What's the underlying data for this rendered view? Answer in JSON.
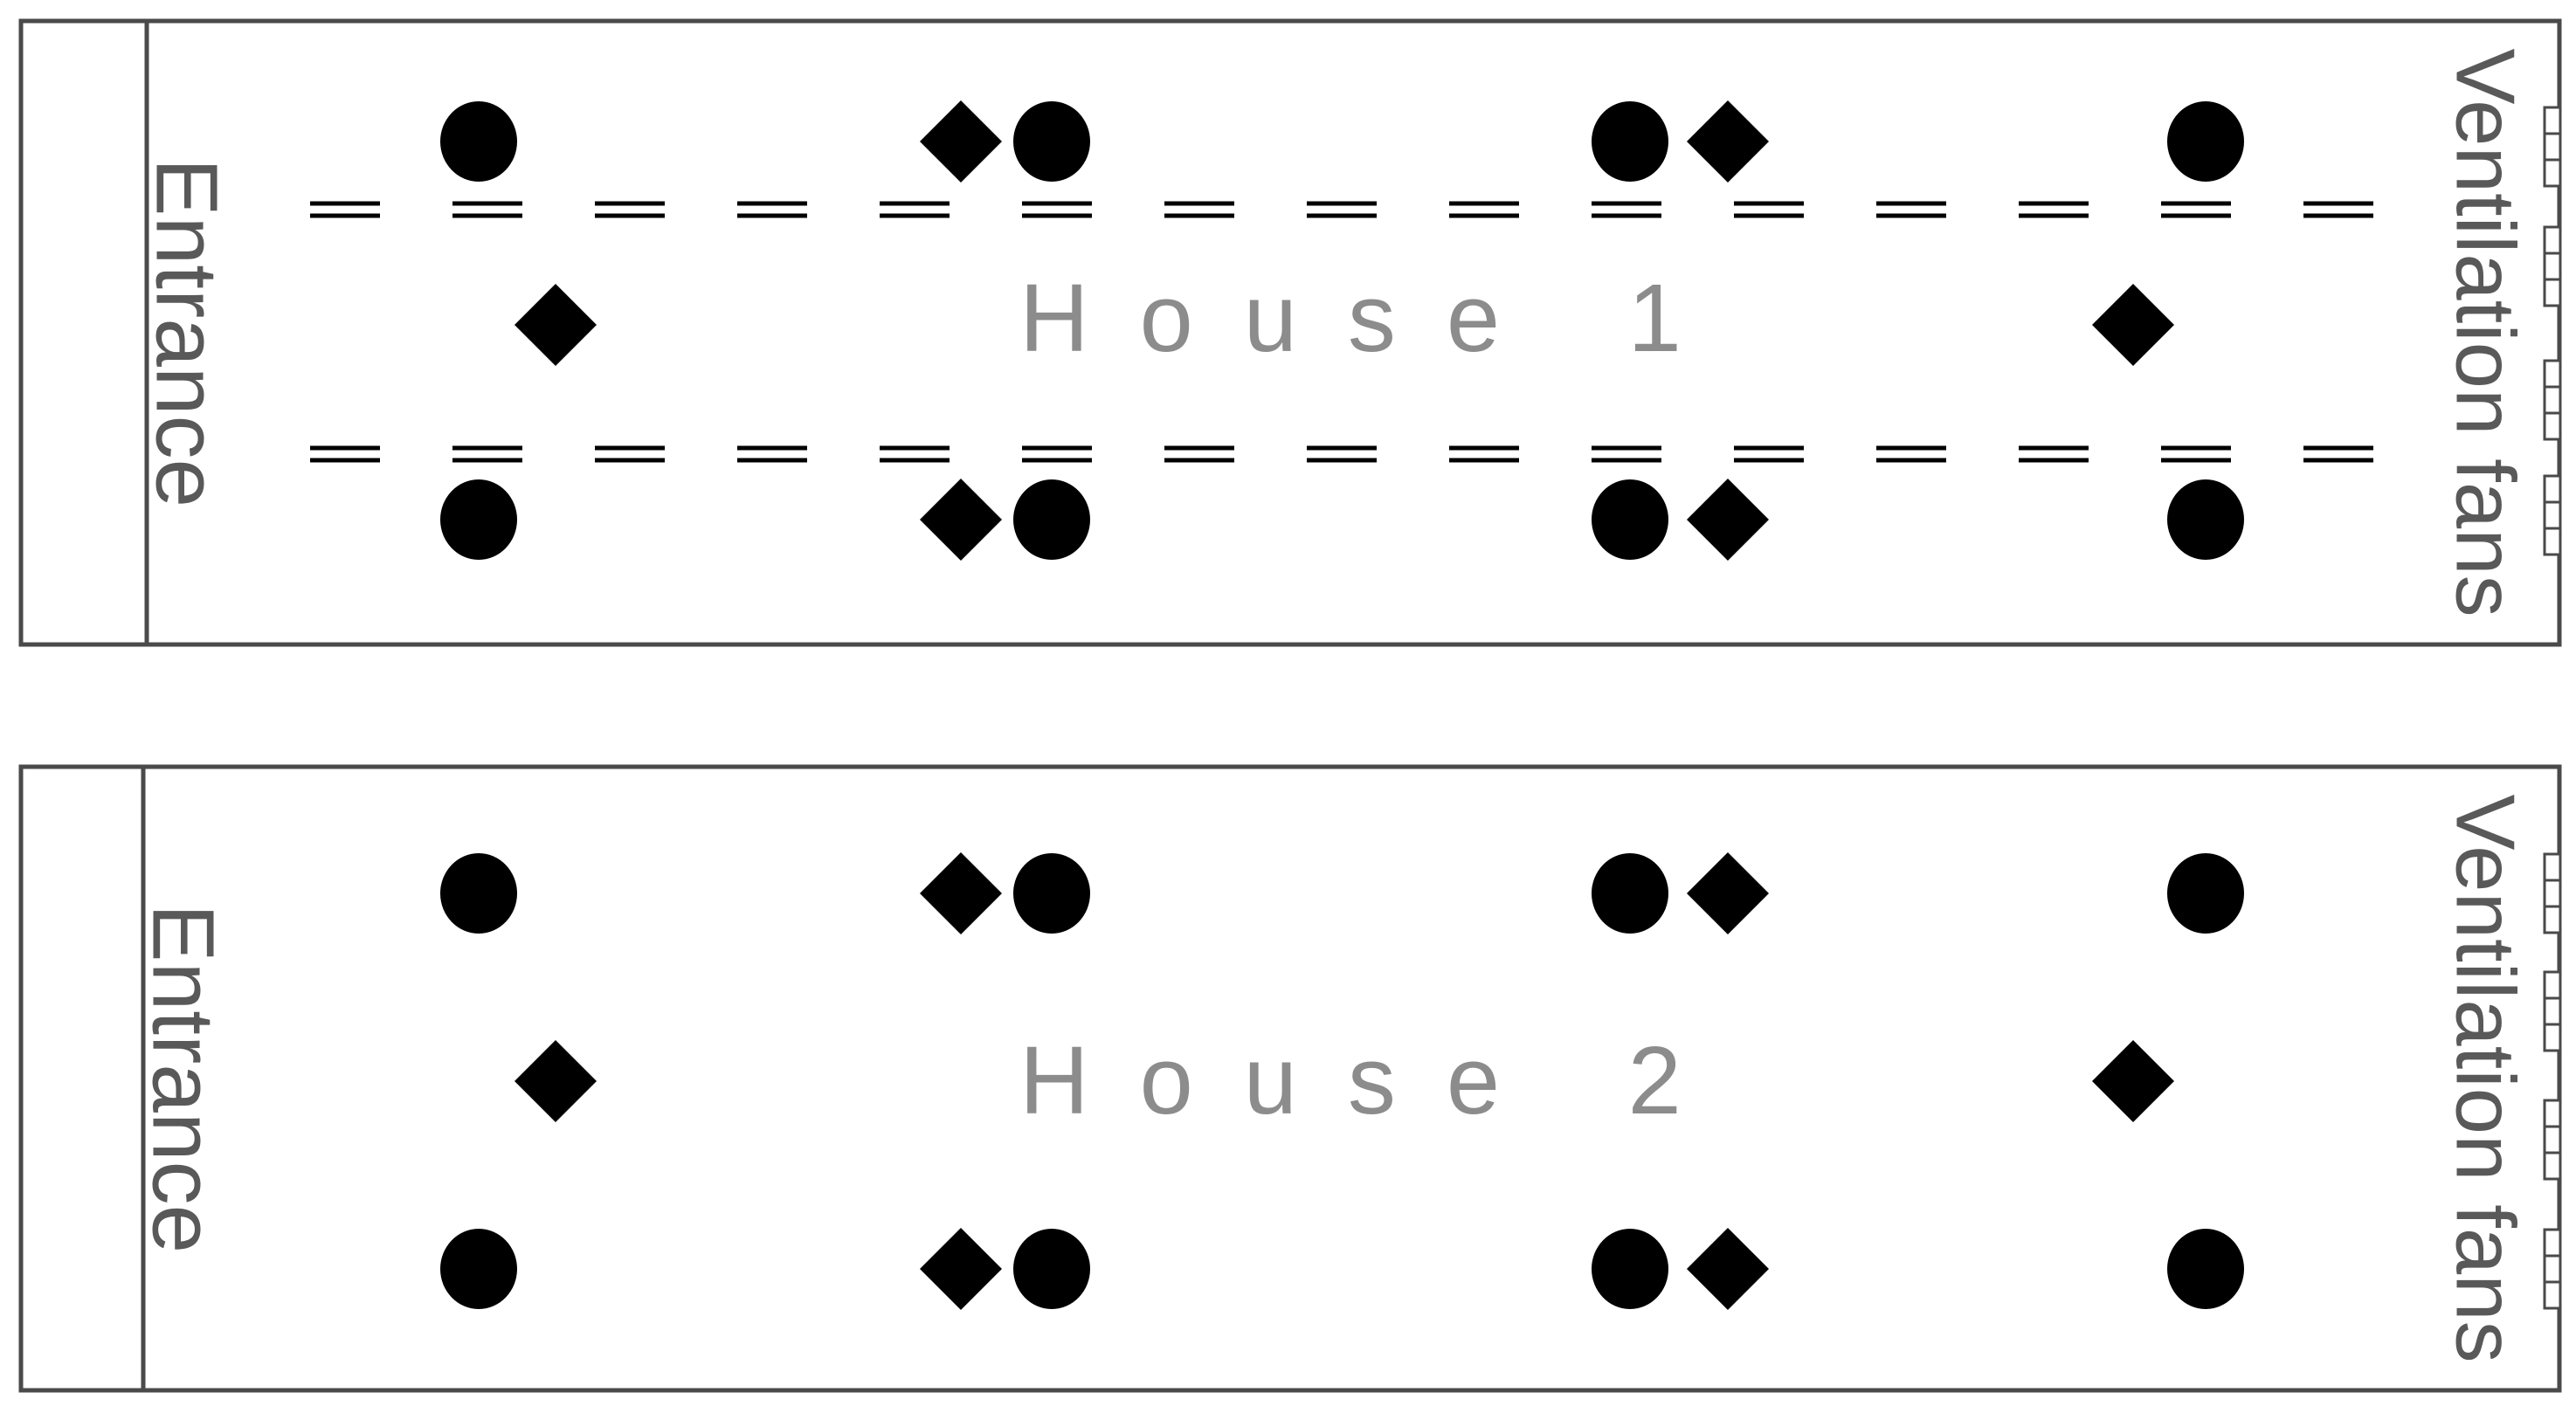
{
  "colors": {
    "outline": "#4a4a4a",
    "label_dark": "#595959",
    "label_house": "#8c8c8c",
    "marker": "#000000"
  },
  "houses": [
    {
      "name": "House 1",
      "entrance_label": "Entrance",
      "fans_label": "Ventilation fans",
      "has_lines": true,
      "fan_count": 4
    },
    {
      "name": "House 2",
      "entrance_label": "Entrance",
      "fans_label": "Ventilation fans",
      "has_lines": false,
      "fan_count": 4
    }
  ]
}
